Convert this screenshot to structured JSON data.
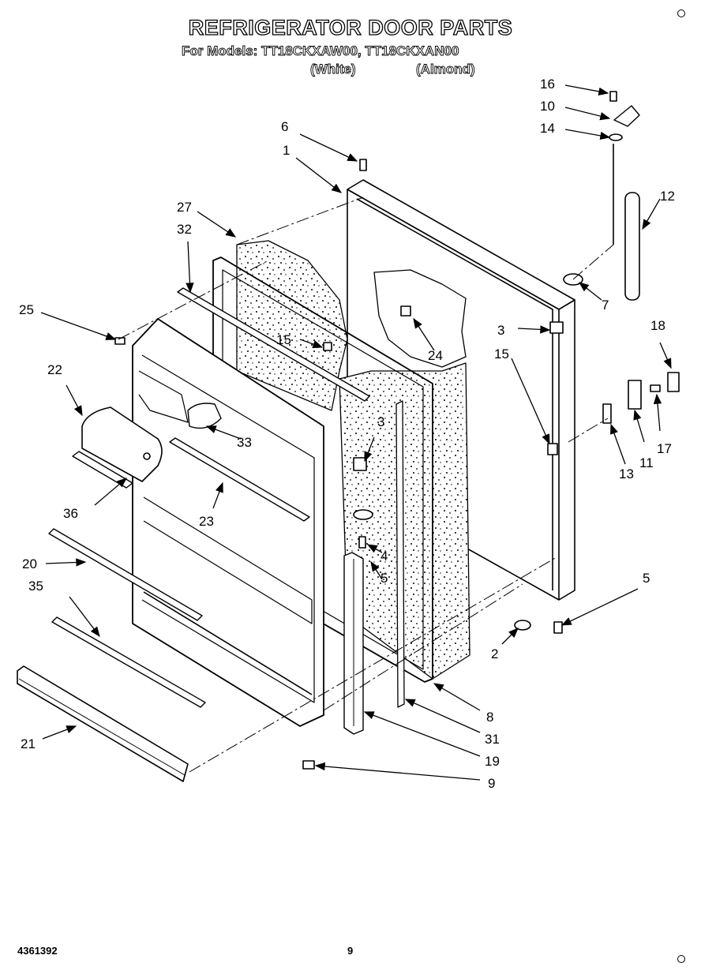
{
  "header": {
    "title": "REFRIGERATOR DOOR PARTS",
    "models_line": "For Models: TT18CKXAW00, TT18CKXAN00",
    "white_label": "(White)",
    "almond_label": "(Almond)"
  },
  "callouts": {
    "c1": "1",
    "c2": "2",
    "c3a": "3",
    "c3b": "3",
    "c4": "4",
    "c5a": "5",
    "c5b": "5",
    "c6": "6",
    "c7": "7",
    "c8": "8",
    "c9": "9",
    "c10": "10",
    "c11": "11",
    "c12": "12",
    "c13": "13",
    "c14": "14",
    "c15a": "15",
    "c15b": "15",
    "c16": "16",
    "c17": "17",
    "c18": "18",
    "c19": "19",
    "c20": "20",
    "c21": "21",
    "c22": "22",
    "c23": "23",
    "c24": "24",
    "c25": "25",
    "c27": "27",
    "c31": "31",
    "c32": "32",
    "c33": "33",
    "c35": "35",
    "c36": "36"
  },
  "footer": {
    "doc_number": "4361392",
    "page_number": "9"
  }
}
